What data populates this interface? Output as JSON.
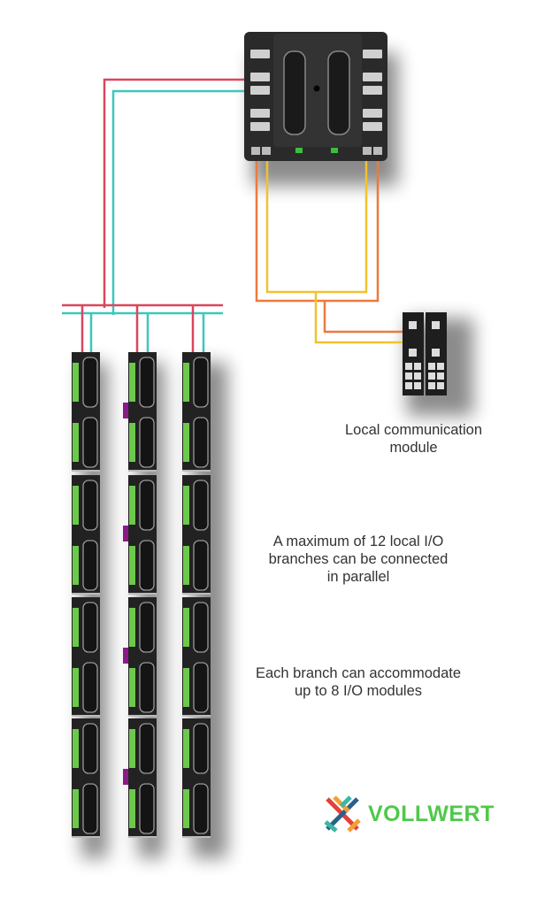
{
  "labels": {
    "comm_module_line1": "Local communication",
    "comm_module_line2": "module",
    "max_branches_line1": "A maximum of 12 local I/O",
    "max_branches_line2": "branches can be connected",
    "max_branches_line3": "in parallel",
    "branch_capacity_line1": "Each branch can accommodate",
    "branch_capacity_line2": "up to 8 I/O modules"
  },
  "logo": {
    "text": "VOLLWERT",
    "color": "#4fc94a"
  },
  "colors": {
    "bus_red": "#d9465e",
    "bus_teal": "#3cc7bd",
    "cable_orange": "#ec7a3c",
    "cable_yellow": "#f2c12e",
    "module_body": "#222222",
    "terminal_green": "#6cc94b",
    "marker_purple": "#8a1a8a"
  },
  "diagram": {
    "controller": "CPU controller",
    "branches": 3,
    "modules_per_branch": 8,
    "purple_markers_branch": 2
  }
}
